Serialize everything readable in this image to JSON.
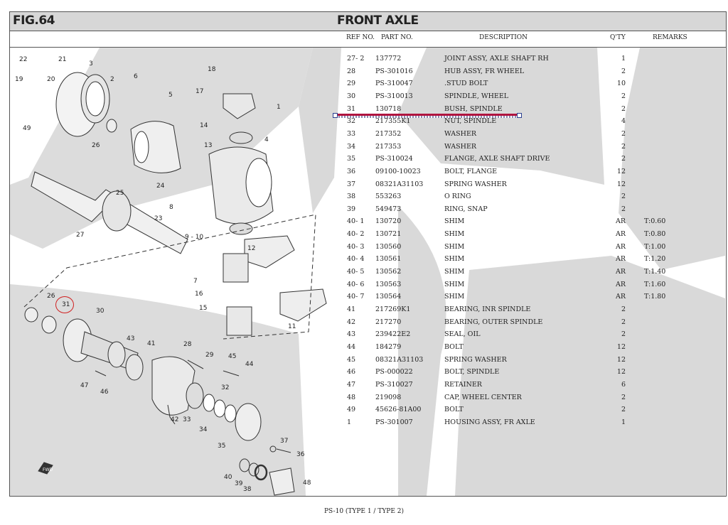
{
  "header": {
    "fig": "FIG.64",
    "title": "FRONT AXLE"
  },
  "columns": {
    "ref": "REF NO.",
    "part": "PART NO.",
    "desc": "DESCRIPTION",
    "qty": "Q'TY",
    "remarks": "REMARKS"
  },
  "rows": [
    {
      "ref": "27- 2",
      "part": "137772",
      "desc": "JOINT ASSY, AXLE SHAFT RH",
      "qty": "1",
      "rem": ""
    },
    {
      "ref": "28",
      "part": "PS-301016",
      "desc": "HUB ASSY, FR WHEEL",
      "qty": "2",
      "rem": ""
    },
    {
      "ref": "29",
      "part": "PS-310047",
      "desc": ".STUD BOLT",
      "qty": "10",
      "rem": ""
    },
    {
      "ref": "30",
      "part": "PS-310013",
      "desc": "SPINDLE, WHEEL",
      "qty": "2",
      "rem": ""
    },
    {
      "ref": "31",
      "part": "130718",
      "desc": "BUSH, SPINDLE",
      "qty": "2",
      "rem": ""
    },
    {
      "ref": "32",
      "part": "217355K1",
      "desc": "NUT, SPINDLE",
      "qty": "4",
      "rem": ""
    },
    {
      "ref": "33",
      "part": "217352",
      "desc": "WASHER",
      "qty": "2",
      "rem": ""
    },
    {
      "ref": "34",
      "part": "217353",
      "desc": "WASHER",
      "qty": "2",
      "rem": ""
    },
    {
      "ref": "35",
      "part": "PS-310024",
      "desc": "FLANGE, AXLE SHAFT DRIVE",
      "qty": "2",
      "rem": ""
    },
    {
      "ref": "36",
      "part": "09100-10023",
      "desc": "BOLT, FLANGE",
      "qty": "12",
      "rem": ""
    },
    {
      "ref": "37",
      "part": "08321A31103",
      "desc": "SPRING WASHER",
      "qty": "12",
      "rem": ""
    },
    {
      "ref": "38",
      "part": "553263",
      "desc": "O RING",
      "qty": "2",
      "rem": ""
    },
    {
      "ref": "39",
      "part": "549473",
      "desc": "RING, SNAP",
      "qty": "2",
      "rem": ""
    },
    {
      "ref": "40- 1",
      "part": "130720",
      "desc": "SHIM",
      "qty": "AR",
      "rem": "T:0.60"
    },
    {
      "ref": "40- 2",
      "part": "130721",
      "desc": "SHIM",
      "qty": "AR",
      "rem": "T:0.80"
    },
    {
      "ref": "40- 3",
      "part": "130560",
      "desc": "SHIM",
      "qty": "AR",
      "rem": "T:1.00"
    },
    {
      "ref": "40- 4",
      "part": "130561",
      "desc": "SHIM",
      "qty": "AR",
      "rem": "T:1.20"
    },
    {
      "ref": "40- 5",
      "part": "130562",
      "desc": "SHIM",
      "qty": "AR",
      "rem": "T:1.40"
    },
    {
      "ref": "40- 6",
      "part": "130563",
      "desc": "SHIM",
      "qty": "AR",
      "rem": "T:1.60"
    },
    {
      "ref": "40- 7",
      "part": "130564",
      "desc": "SHIM",
      "qty": "AR",
      "rem": "T:1.80"
    },
    {
      "ref": "41",
      "part": "217269K1",
      "desc": "BEARING, INR SPINDLE",
      "qty": "2",
      "rem": ""
    },
    {
      "ref": "42",
      "part": "217270",
      "desc": "BEARING, OUTER SPINDLE",
      "qty": "2",
      "rem": ""
    },
    {
      "ref": "43",
      "part": "239422E2",
      "desc": "SEAL, OIL",
      "qty": "2",
      "rem": ""
    },
    {
      "ref": "44",
      "part": "184279",
      "desc": "BOLT",
      "qty": "12",
      "rem": ""
    },
    {
      "ref": "45",
      "part": "08321A31103",
      "desc": "SPRING WASHER",
      "qty": "12",
      "rem": ""
    },
    {
      "ref": "46",
      "part": "PS-000022",
      "desc": "BOLT, SPINDLE",
      "qty": "12",
      "rem": ""
    },
    {
      "ref": "47",
      "part": "PS-310027",
      "desc": "RETAINER",
      "qty": "6",
      "rem": ""
    },
    {
      "ref": "48",
      "part": "219098",
      "desc": "CAP, WHEEL CENTER",
      "qty": "2",
      "rem": ""
    },
    {
      "ref": "49",
      "part": "45626-81A00",
      "desc": "BOLT",
      "qty": "2",
      "rem": ""
    },
    {
      "ref": "1",
      "part": "PS-301007",
      "desc": "HOUSING ASSY, FR AXLE",
      "qty": "1",
      "rem": ""
    }
  ],
  "diagram": {
    "callouts": [
      "22",
      "21",
      "20",
      "19",
      "3",
      "2",
      "6",
      "18",
      "17",
      "1",
      "5",
      "49",
      "26",
      "14",
      "4",
      "13",
      "24",
      "25",
      "23",
      "8",
      "27",
      "9 - 10",
      "12",
      "7",
      "16",
      "15",
      "11",
      "26",
      "31",
      "30",
      "43",
      "41",
      "28",
      "29",
      "45",
      "44",
      "47",
      "46",
      "42",
      "33",
      "32",
      "34",
      "35",
      "37",
      "36",
      "40",
      "39",
      "38",
      "48",
      "FWD"
    ]
  },
  "footer": "PS-10 (TYPE 1 / TYPE 2)",
  "colors": {
    "header_bg": "#d7d7d7",
    "highlight": "#b0143f",
    "circle": "#d02020",
    "watermark": "#d9d9d9"
  }
}
